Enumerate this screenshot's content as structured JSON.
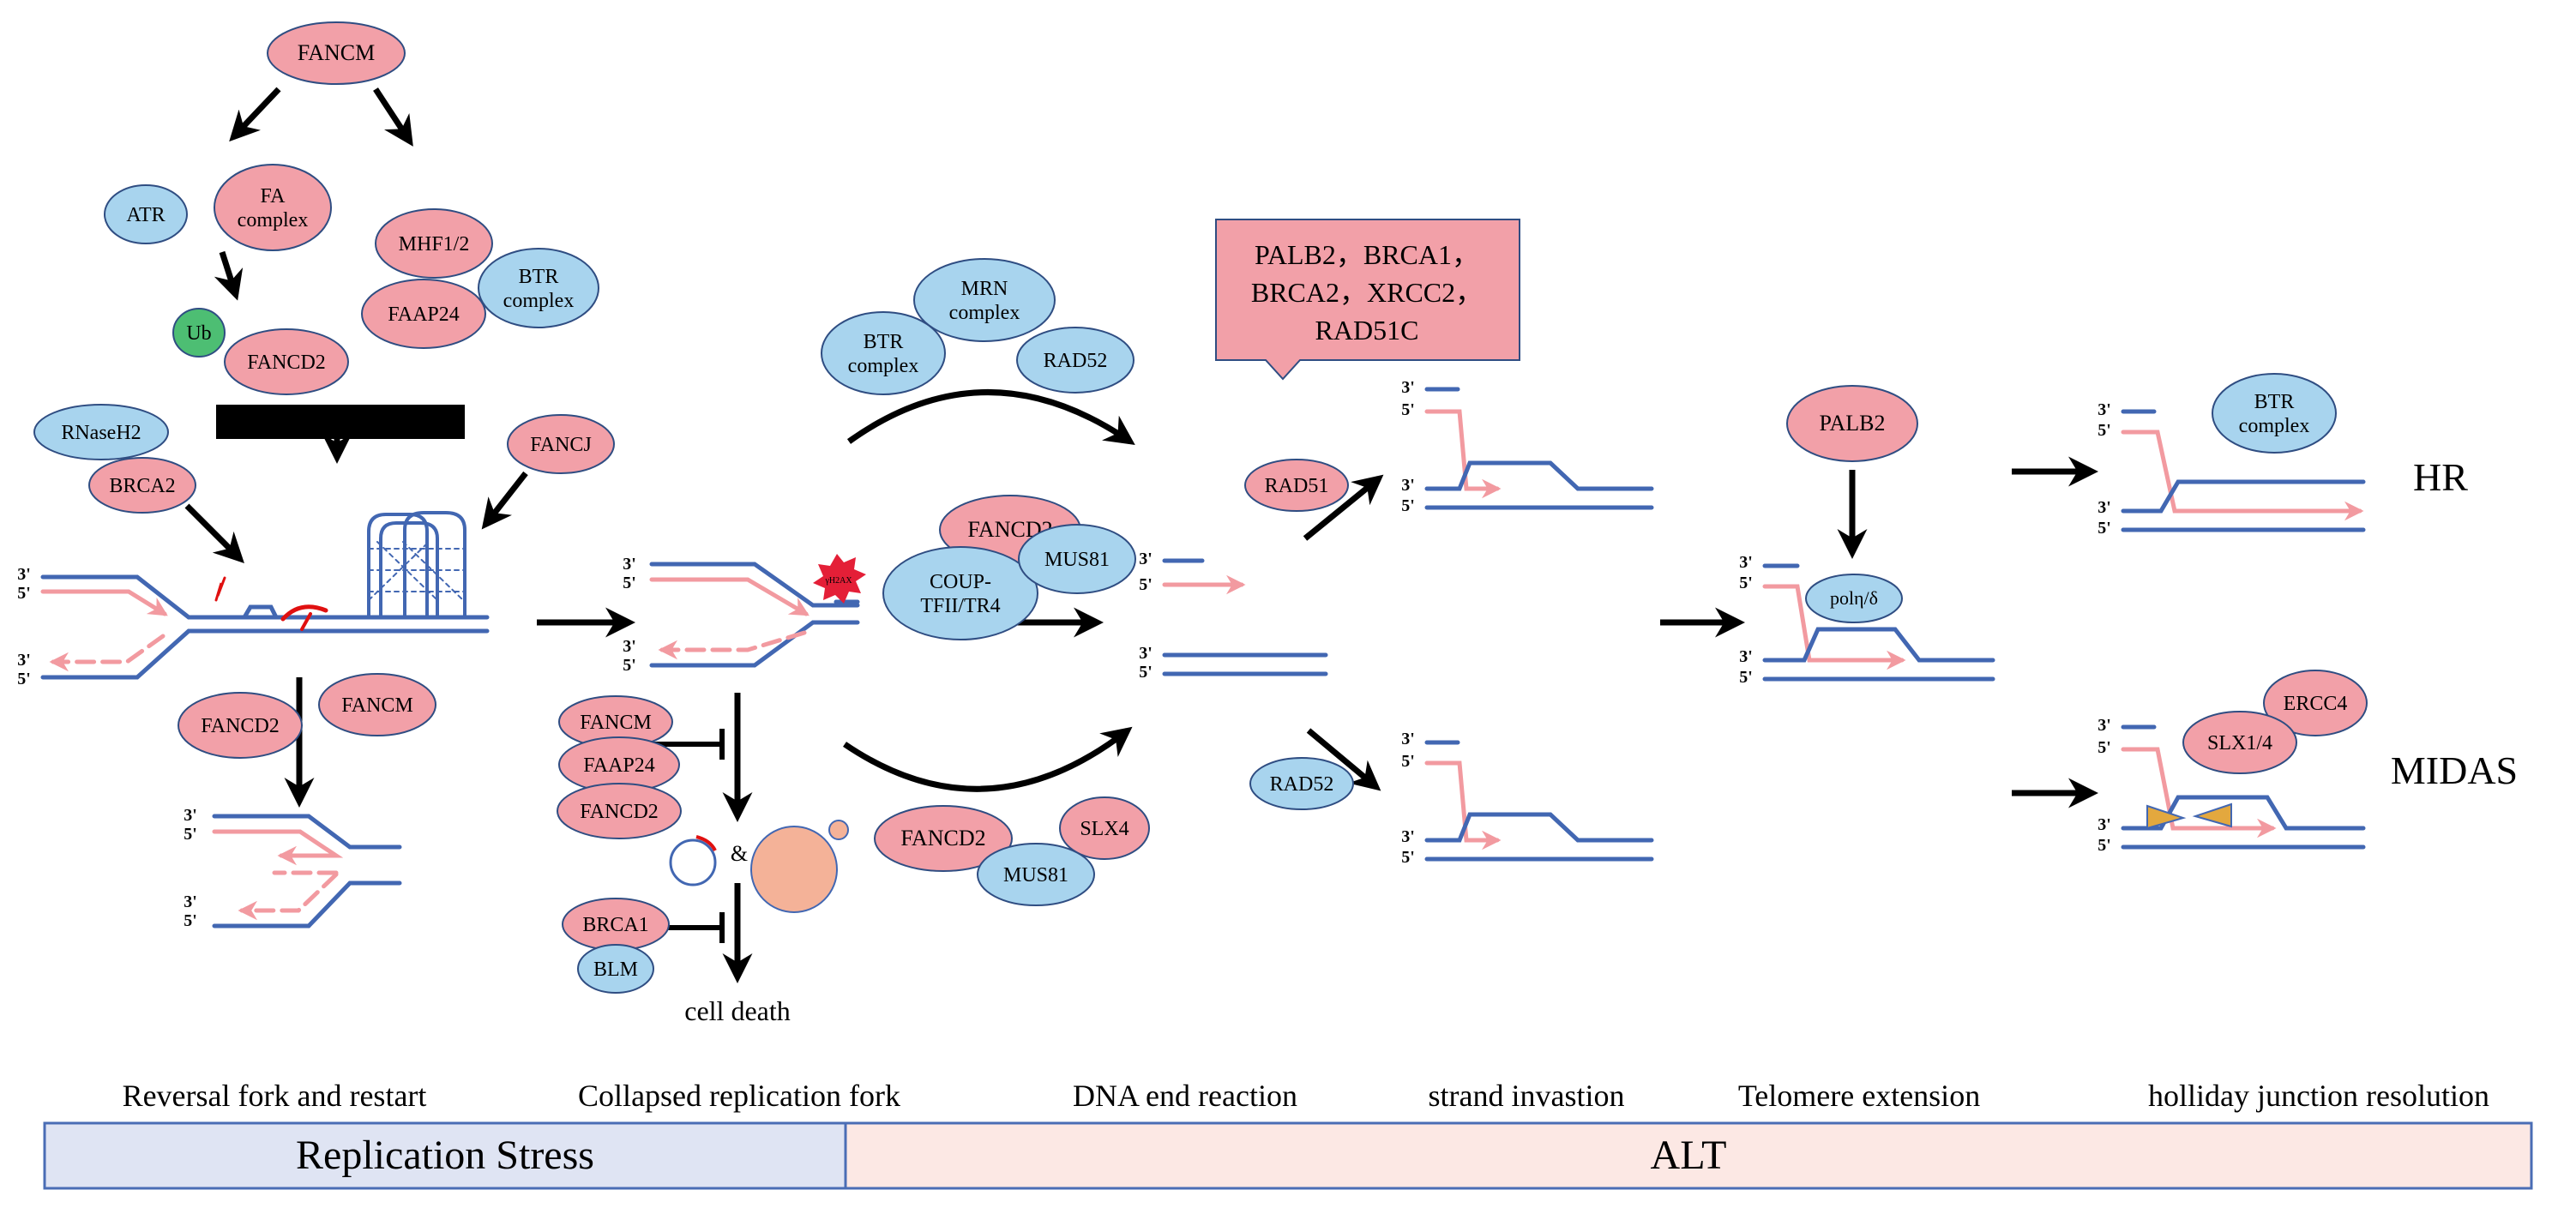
{
  "colors": {
    "pink_fill": "#f2a0a8",
    "blue_fill": "#a8d4ee",
    "green_fill": "#4dbe73",
    "node_stroke": "#2f4d82",
    "strand_blue": "#4267b2",
    "strand_pink": "#f29aa0",
    "black": "#000000",
    "lesion_red": "#e01010",
    "left_band": "#dfe4f3",
    "right_band": "#fce8e4",
    "band_border": "#4a6db5",
    "orange_circle": "#f4b298",
    "star": "#e41f37",
    "triangle": "#e3a83e"
  },
  "nodes": {
    "fancm_top": "FANCM",
    "atr": "ATR",
    "fa_complex": "FA\ncomplex",
    "mhf12": "MHF1/2",
    "btr_1": "BTR\ncomplex",
    "faap24_1": "FAAP24",
    "ub": "Ub",
    "fancd2_1": "FANCD2",
    "rnaseh2": "RNaseH2",
    "brca2": "BRCA2",
    "fancj": "FANCJ",
    "fancd2_2": "FANCD2",
    "fancm_2": "FANCM",
    "mrn": "MRN\ncomplex",
    "btr_2": "BTR\ncomplex",
    "rad52_1": "RAD52",
    "fancd2_3": "FANCD2",
    "coup": "COUP-\nTFII/TR4",
    "mus81_1": "MUS81",
    "fancm_3": "FANCM",
    "faap24_2": "FAAP24",
    "fancd2_4": "FANCD2",
    "brca1": "BRCA1",
    "blm": "BLM",
    "fancd2_5": "FANCD2",
    "slx4": "SLX4",
    "mus81_2": "MUS81",
    "rad51": "RAD51",
    "rad52_2": "RAD52",
    "palb2": "PALB2",
    "poleta": "polη/δ",
    "btr_3": "BTR\ncomplex",
    "ercc4": "ERCC4",
    "slx14": "SLX1/4"
  },
  "callout": "PALB2，BRCA1，\nBRCA2，XRCC2，\nRAD51C",
  "gamma_h2ax": "γH2AX",
  "amp": "&",
  "cell_death": "cell death",
  "labels": {
    "three": "3'",
    "five": "5'",
    "hr": "HR",
    "midas": "MIDAS"
  },
  "stages": [
    "Reversal fork and restart",
    "Collapsed replication fork",
    "DNA end reaction",
    "strand invastion",
    "Telomere extension",
    "holliday junction resolution"
  ],
  "bands": {
    "left": "Replication Stress",
    "right": "ALT"
  }
}
